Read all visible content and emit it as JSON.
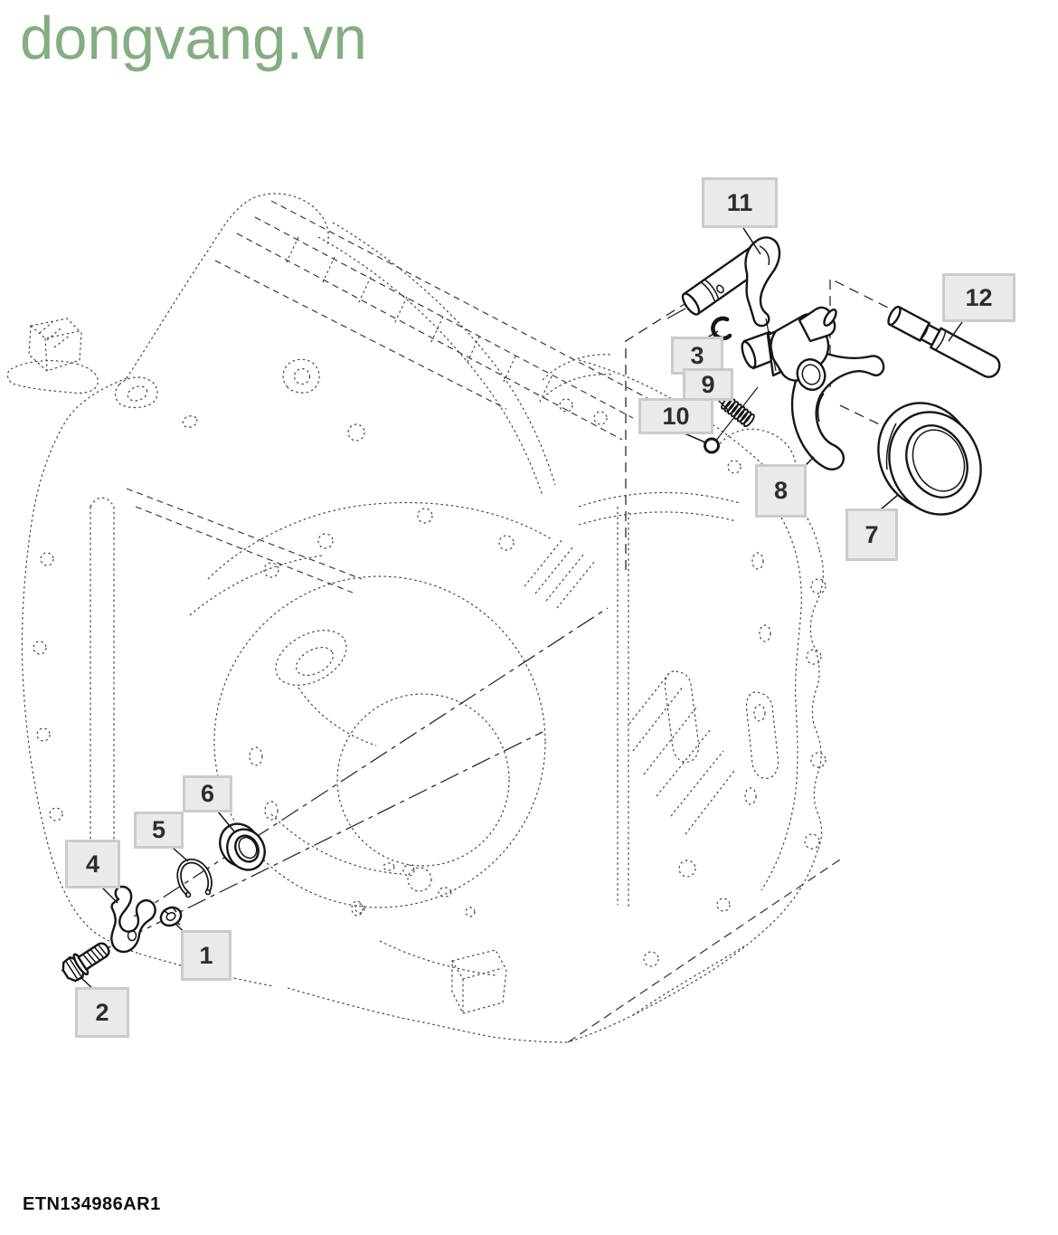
{
  "watermark": {
    "text": "dongvang.vn",
    "color": "#84AD81"
  },
  "footer": {
    "part_code": "ETN134986AR1"
  },
  "diagram": {
    "type": "exploded-parts-diagram",
    "callouts": [
      {
        "label": "1"
      },
      {
        "label": "2"
      },
      {
        "label": "3"
      },
      {
        "label": "4"
      },
      {
        "label": "5"
      },
      {
        "label": "6"
      },
      {
        "label": "7"
      },
      {
        "label": "8"
      },
      {
        "label": "9"
      },
      {
        "label": "10"
      },
      {
        "label": "11"
      },
      {
        "label": "12"
      }
    ]
  },
  "colors": {
    "watermark": "#84AD81",
    "callout_bg": "#EAEAEA",
    "callout_border": "#CBCBCB",
    "callout_text": "#2D2D2D",
    "dash_line": "#3D3D3D",
    "ink": "#151515"
  }
}
